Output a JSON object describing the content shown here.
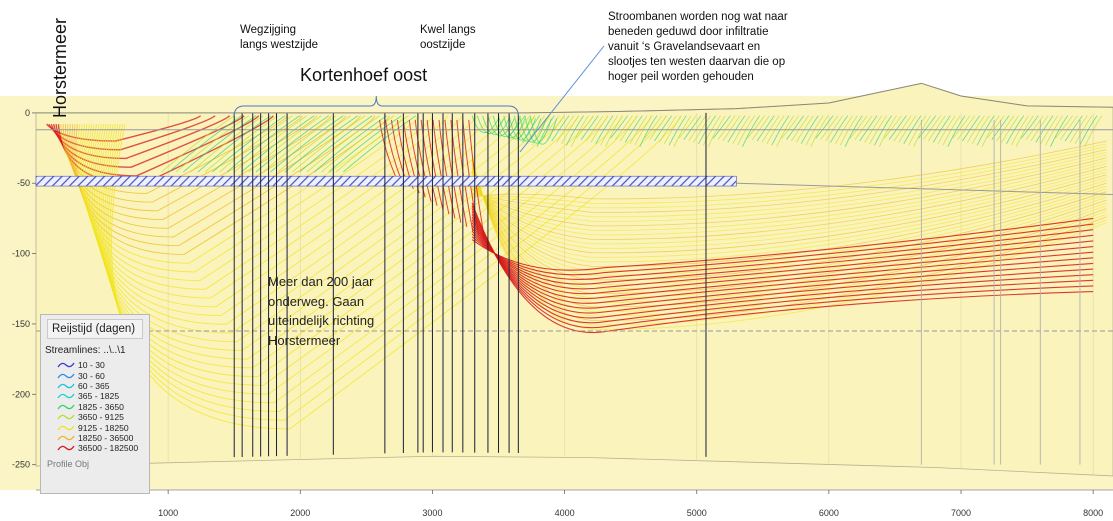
{
  "chart_data": {
    "type": "line",
    "title": "Kortenhoef oost",
    "xlim": [
      0,
      8150
    ],
    "ylim": [
      -268,
      12
    ],
    "x_ticks": [
      1000,
      2000,
      3000,
      4000,
      5000,
      6000,
      7000,
      8000
    ],
    "y_ticks": [
      0,
      -50,
      -100,
      -150,
      -200,
      -250
    ],
    "ground_surface": [
      {
        "x": 0,
        "y": 0
      },
      {
        "x": 3700,
        "y": 0
      },
      {
        "x": 4400,
        "y": 1
      },
      {
        "x": 5300,
        "y": 3
      },
      {
        "x": 6000,
        "y": 7
      },
      {
        "x": 6400,
        "y": 15
      },
      {
        "x": 6700,
        "y": 21
      },
      {
        "x": 7000,
        "y": 12
      },
      {
        "x": 7500,
        "y": 5
      },
      {
        "x": 8150,
        "y": 4
      }
    ],
    "model_base": [
      {
        "x": 0,
        "y": -251
      },
      {
        "x": 3000,
        "y": -244
      },
      {
        "x": 4200,
        "y": -245
      },
      {
        "x": 6800,
        "y": -252
      },
      {
        "x": 8150,
        "y": -258
      }
    ],
    "aquitard_band": {
      "x": [
        0,
        5300
      ],
      "top": -45,
      "bottom": -52
    },
    "layer_lines": [
      -12,
      -155
    ],
    "vertical_wells": [
      1500,
      1560,
      1640,
      1700,
      1760,
      1820,
      1900,
      2250,
      2640,
      2780,
      2890,
      2930,
      3000,
      3080,
      3150,
      3230,
      3320,
      3420,
      3500,
      3580,
      3650,
      5070
    ],
    "annotations": {
      "left_vertical": "Horstermeer",
      "westside": [
        "Wegzijging",
        "langs westzijde"
      ],
      "eastside": [
        "Kwel langs",
        "oostzijde"
      ],
      "note": [
        "Stroombanen worden nog wat naar",
        "beneden geduwd door infiltratie",
        "vanuit ‘s Gravelandsevaart en",
        "slootjes ten westen daarvan die op",
        "hoger peil worden gehouden"
      ],
      "middle": [
        "Meer dan 200 jaar",
        "onderweg. Gaan",
        "uiteindelijk richting",
        "Horstermeer"
      ]
    },
    "legend": {
      "title": "Reijstijd (dagen)",
      "subtitle": "Streamlines: ..\\..\\1",
      "items": [
        {
          "label": "10 - 30",
          "color": "#3a3ad0"
        },
        {
          "label": "30 - 60",
          "color": "#2a8ce8"
        },
        {
          "label": "60 - 365",
          "color": "#1cc0e8"
        },
        {
          "label": "365 - 1825",
          "color": "#18d6c0"
        },
        {
          "label": "1825 - 3650",
          "color": "#2ed46a"
        },
        {
          "label": "3650 - 9125",
          "color": "#b4e02a"
        },
        {
          "label": "9125 - 18250",
          "color": "#f2e41c"
        },
        {
          "label": "18250 - 36500",
          "color": "#f0b818"
        },
        {
          "label": "36500 - 182500",
          "color": "#d81818"
        }
      ],
      "more": "Profile Obj"
    },
    "colors": {
      "background": "#fbf5c6",
      "plot_bg": "#faf3bc",
      "aquitard": "#b9bde8",
      "grid": "#c8c8c8",
      "well": "#1a1f3a",
      "gray_line": "#9a9a9a",
      "bracket": "#4a78c8",
      "pointer": "#5b8fd6"
    }
  }
}
